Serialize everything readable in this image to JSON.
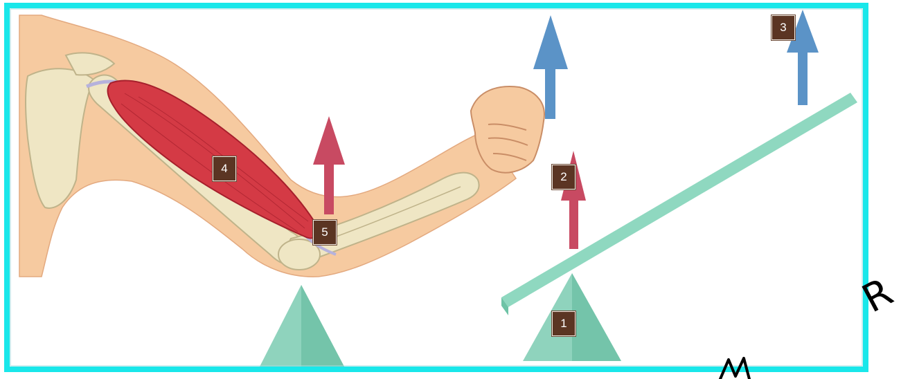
{
  "labels": [
    {
      "id": "1",
      "text": "1"
    },
    {
      "id": "2",
      "text": "2"
    },
    {
      "id": "3",
      "text": "3"
    },
    {
      "id": "4",
      "text": "4"
    },
    {
      "id": "5",
      "text": "5"
    }
  ],
  "handwriting": {
    "letter_r": "R",
    "letter_m": "M"
  },
  "colors": {
    "frame": "#19e7ea",
    "fulcrum": "#8fd3bd",
    "lever_bar": "#8fd8c0",
    "effort_arrow": "#c84a62",
    "load_arrow": "#5b93c7",
    "muscle": "#d43a45",
    "skin": "#f6caa0",
    "bone": "#efe6c4",
    "label_bg": "#5b3523"
  },
  "icons": {
    "fulcrum_left": "triangle-fulcrum-icon",
    "fulcrum_right": "triangle-fulcrum-icon",
    "effort_arrow": "up-arrow-icon",
    "load_arrow": "up-arrow-icon"
  }
}
